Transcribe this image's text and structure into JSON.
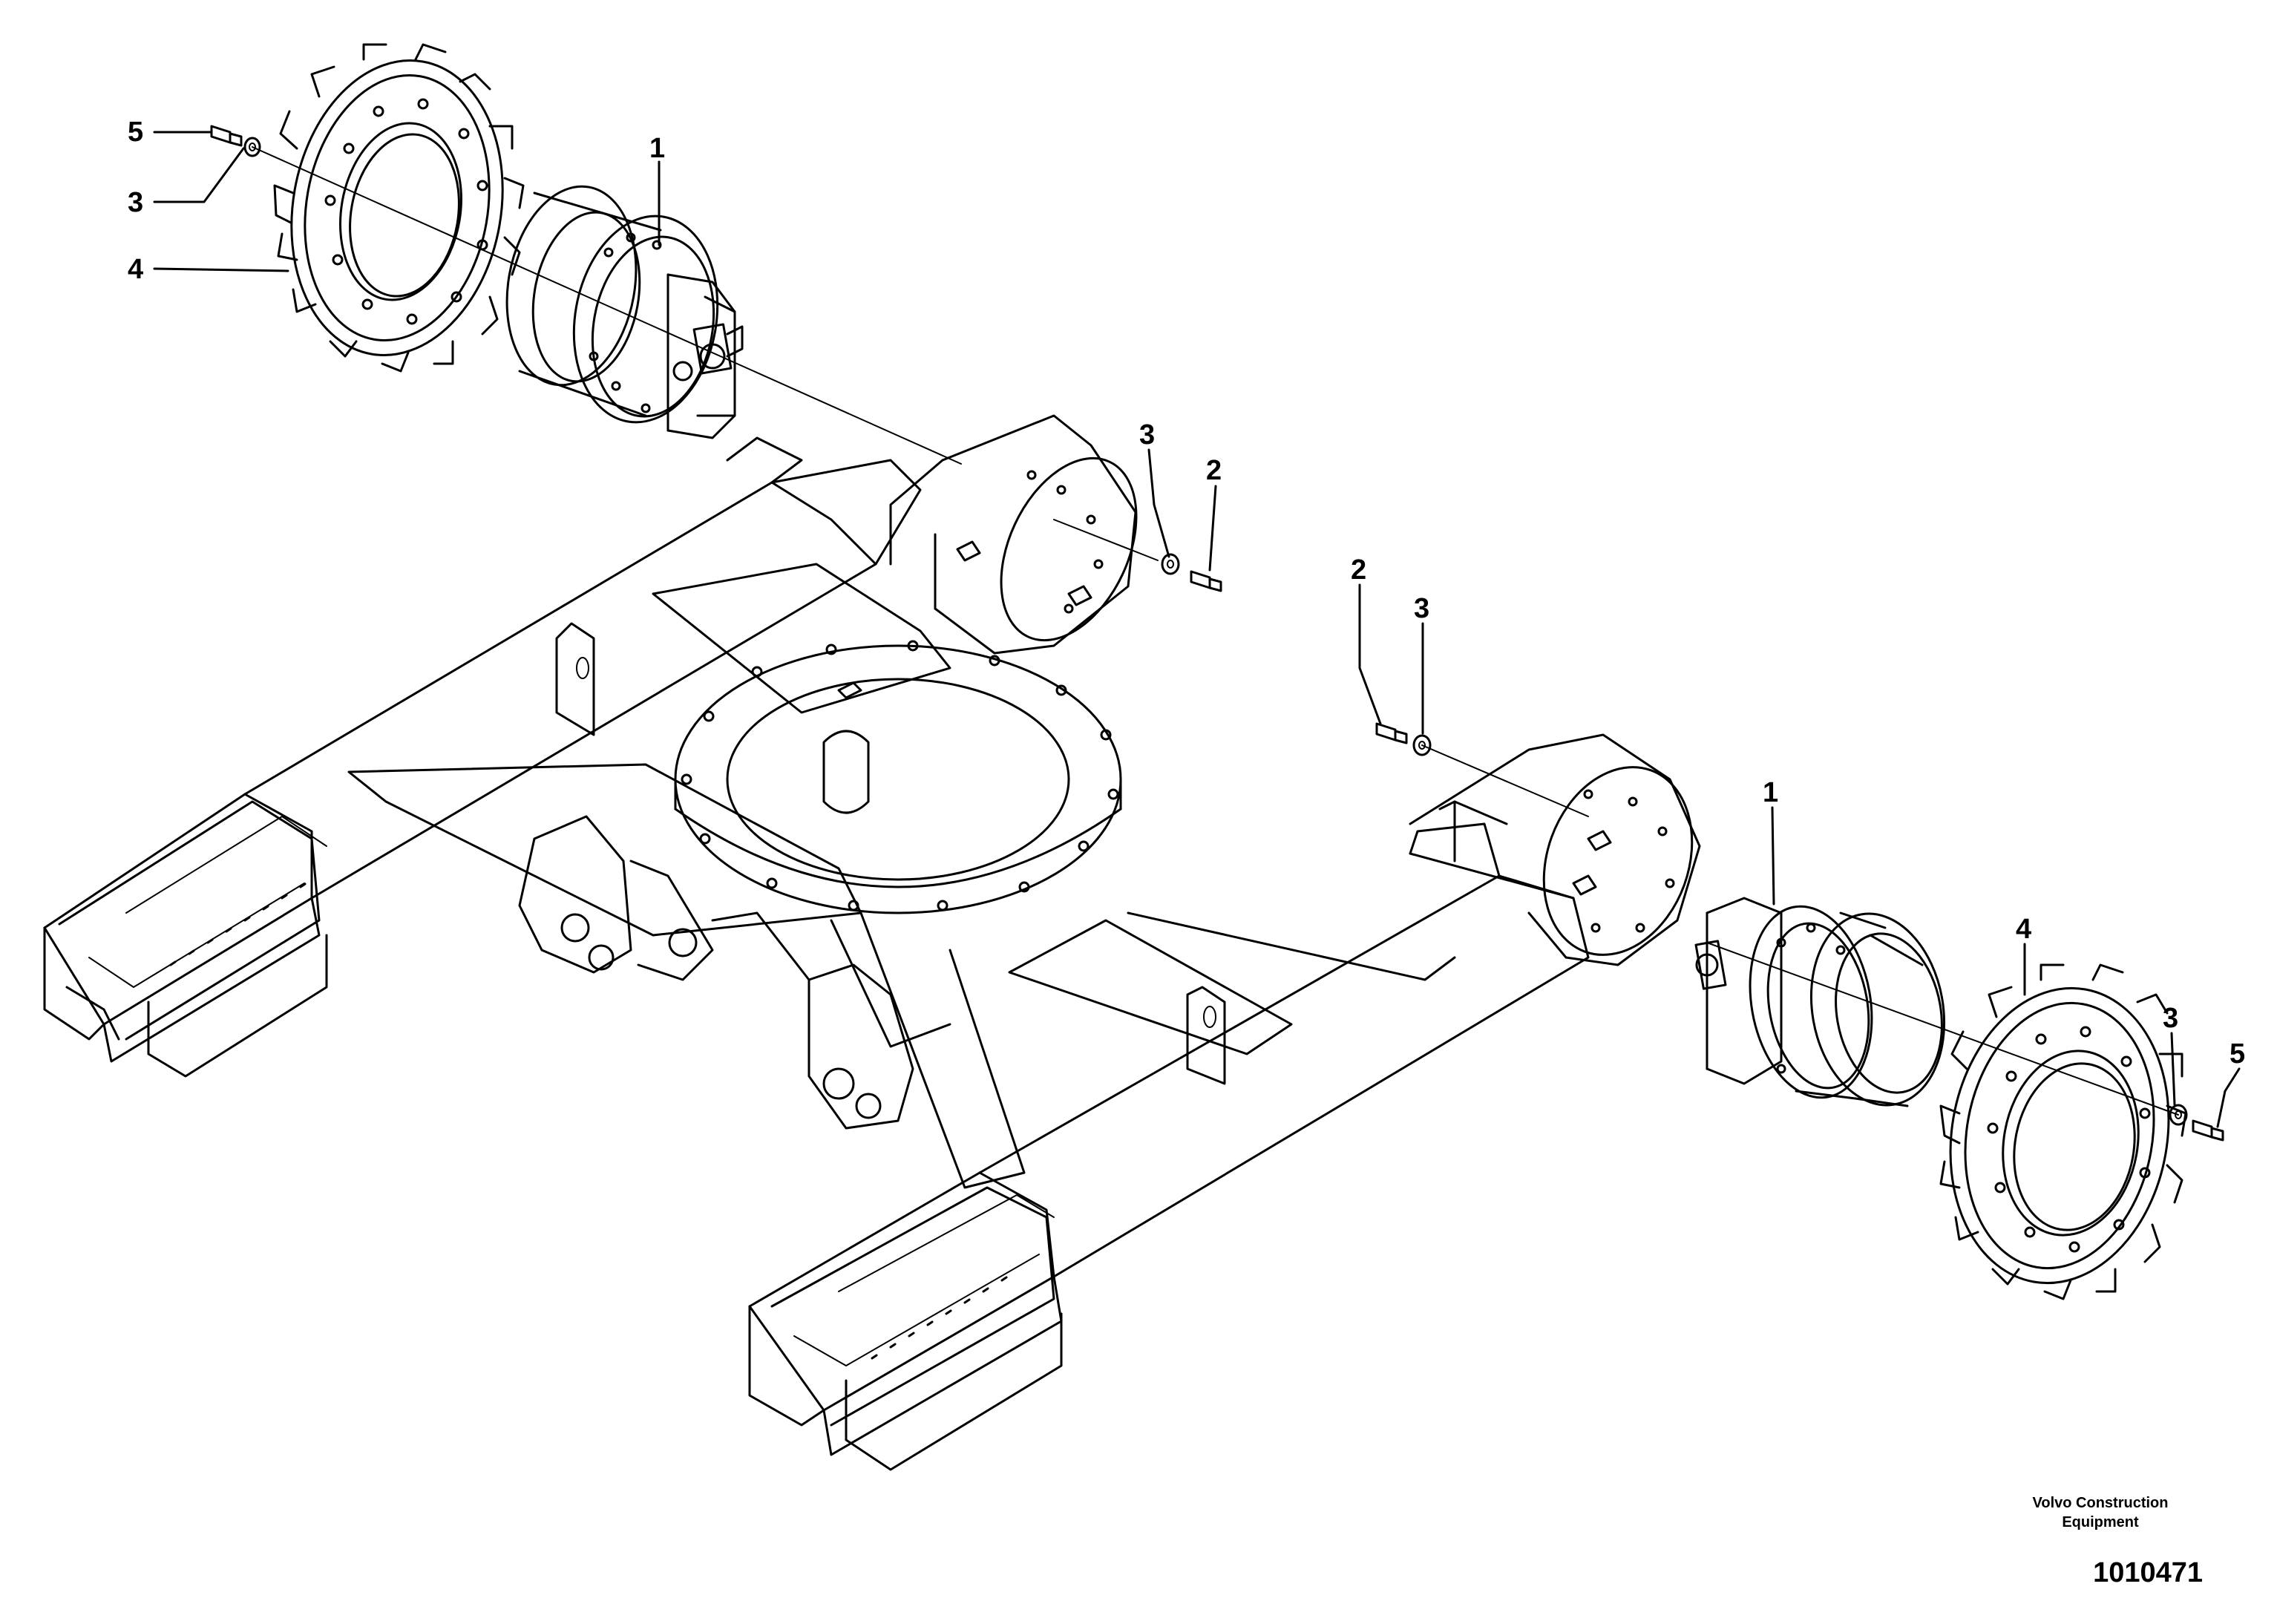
{
  "callouts": [
    {
      "id": "c5-top",
      "label": "5"
    },
    {
      "id": "c3-top",
      "label": "3"
    },
    {
      "id": "c4-top",
      "label": "4"
    },
    {
      "id": "c1-top",
      "label": "1"
    },
    {
      "id": "c3-mid-left",
      "label": "3"
    },
    {
      "id": "c2-mid-left",
      "label": "2"
    },
    {
      "id": "c2-mid-right",
      "label": "2"
    },
    {
      "id": "c3-mid-right",
      "label": "3"
    },
    {
      "id": "c1-bottom",
      "label": "1"
    },
    {
      "id": "c4-bottom",
      "label": "4"
    },
    {
      "id": "c3-bottom",
      "label": "3"
    },
    {
      "id": "c5-bottom",
      "label": "5"
    }
  ],
  "footer": {
    "brand_line1": "Volvo Construction",
    "brand_line2": "Equipment",
    "drawing_number": "1010471"
  }
}
